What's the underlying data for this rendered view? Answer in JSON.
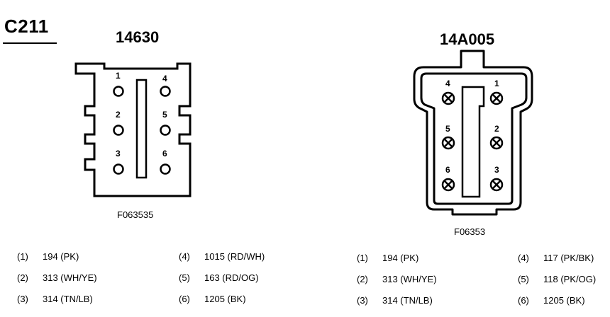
{
  "connector": {
    "id": "C211"
  },
  "left_connector": {
    "part_number": "14630",
    "figure_code": "F063535",
    "pin_numbers": [
      "1",
      "4",
      "2",
      "5",
      "3",
      "6"
    ]
  },
  "right_connector": {
    "part_number": "14A005",
    "figure_code": "F06353",
    "pin_numbers": [
      "4",
      "1",
      "5",
      "2",
      "6",
      "3"
    ]
  },
  "left_legend": [
    {
      "num": "(1)",
      "text": "194 (PK)"
    },
    {
      "num": "(2)",
      "text": "313 (WH/YE)"
    },
    {
      "num": "(3)",
      "text": "314 (TN/LB)"
    },
    {
      "num": "(4)",
      "text": "1015 (RD/WH)"
    },
    {
      "num": "(5)",
      "text": "163 (RD/OG)"
    },
    {
      "num": "(6)",
      "text": "1205 (BK)"
    }
  ],
  "right_legend": [
    {
      "num": "(1)",
      "text": "194 (PK)"
    },
    {
      "num": "(2)",
      "text": "313 (WH/YE)"
    },
    {
      "num": "(3)",
      "text": "314 (TN/LB)"
    },
    {
      "num": "(4)",
      "text": "117 (PK/BK)"
    },
    {
      "num": "(5)",
      "text": "118 (PK/OG)"
    },
    {
      "num": "(6)",
      "text": "1205 (BK)"
    }
  ]
}
